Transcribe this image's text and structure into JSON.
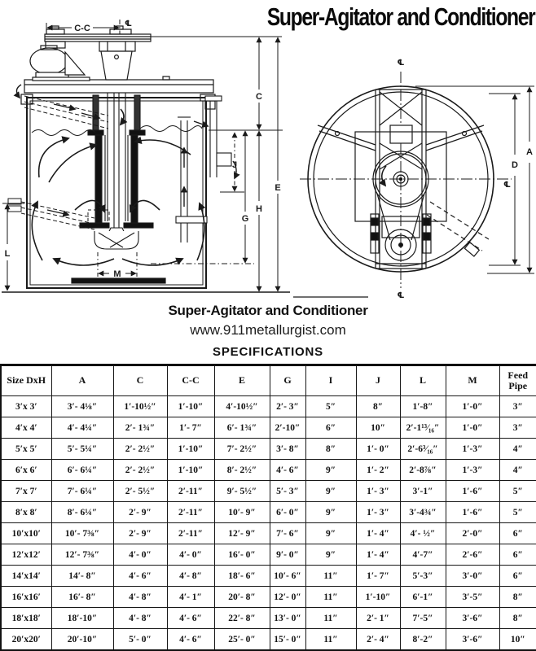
{
  "title": "Super-Agitator and Conditioner",
  "caption": {
    "title": "Super-Agitator and Conditioner",
    "website": "www.911metallurgist.com",
    "specs_heading": "SPECIFICATIONS"
  },
  "colors": {
    "ink": "#1a1a1a",
    "paper": "#ffffff"
  },
  "diagrams": {
    "side_view": {
      "description": "cross-section of agitator tank with drive, flow arrows and dimension lines",
      "labels": {
        "cc": "C-C",
        "cl": "℄",
        "c": "C",
        "e": "E",
        "h": "H",
        "g": "G",
        "j": "J",
        "l": "L",
        "m": "M"
      }
    },
    "top_view": {
      "description": "plan view of circular tank with bridge, pulleys and diameter dimensions",
      "labels": {
        "cl_top": "℄",
        "cl_bottom": "℄",
        "cl_right": "℄",
        "a": "A",
        "d": "D"
      }
    }
  },
  "table": {
    "columns": [
      "Size DxH",
      "A",
      "C",
      "C-C",
      "E",
      "G",
      "I",
      "J",
      "L",
      "M",
      "Feed Pipe"
    ],
    "rows": [
      [
        "3′x 3′",
        "3′- 4⅛″",
        "1′-10½″",
        "1′-10″",
        "4′-10½″",
        "2′- 3″",
        "5″",
        "8″",
        "1′-8″",
        "1′-0″",
        "3″"
      ],
      [
        "4′x 4′",
        "4′- 4¼″",
        "2′- 1¾″",
        "1′- 7″",
        "6′- 1¾″",
        "2′-10″",
        "6″",
        "10″",
        "2′-1¹³⁄₁₆″",
        "1′-0″",
        "3″"
      ],
      [
        "5′x 5′",
        "5′- 5¼″",
        "2′- 2½″",
        "1′-10″",
        "7′- 2½″",
        "3′- 8″",
        "8″",
        "1′- 0″",
        "2′-6³⁄₁₆″",
        "1′-3″",
        "4″"
      ],
      [
        "6′x 6′",
        "6′- 6¼″",
        "2′- 2½″",
        "1′-10″",
        "8′- 2½″",
        "4′- 6″",
        "9″",
        "1′- 2″",
        "2′-8⅞″",
        "1′-3″",
        "4″"
      ],
      [
        "7′x 7′",
        "7′- 6¼″",
        "2′- 5½″",
        "2′-11″",
        "9′- 5½″",
        "5′- 3″",
        "9″",
        "1′- 3″",
        "3′-1″",
        "1′-6″",
        "5″"
      ],
      [
        "8′x 8′",
        "8′- 6¼″",
        "2′- 9″",
        "2′-11″",
        "10′- 9″",
        "6′- 0″",
        "9″",
        "1′- 3″",
        "3′-4¾″",
        "1′-6″",
        "5″"
      ],
      [
        "10′x10′",
        "10′- 7⅜″",
        "2′- 9″",
        "2′-11″",
        "12′- 9″",
        "7′- 6″",
        "9″",
        "1′- 4″",
        "4′- ½″",
        "2′-0″",
        "6″"
      ],
      [
        "12′x12′",
        "12′- 7⅜″",
        "4′- 0″",
        "4′- 0″",
        "16′- 0″",
        "9′- 0″",
        "9″",
        "1′- 4″",
        "4′-7″",
        "2′-6″",
        "6″"
      ],
      [
        "14′x14′",
        "14′- 8″",
        "4′- 6″",
        "4′- 8″",
        "18′- 6″",
        "10′- 6″",
        "11″",
        "1′- 7″",
        "5′-3″",
        "3′-0″",
        "6″"
      ],
      [
        "16′x16′",
        "16′- 8″",
        "4′- 8″",
        "4′- 1″",
        "20′- 8″",
        "12′- 0″",
        "11″",
        "1′-10″",
        "6′-1″",
        "3′-5″",
        "8″"
      ],
      [
        "18′x18′",
        "18′-10″",
        "4′- 8″",
        "4′- 6″",
        "22′- 8″",
        "13′- 0″",
        "11″",
        "2′- 1″",
        "7′-5″",
        "3′-6″",
        "8″"
      ],
      [
        "20′x20′",
        "20′-10″",
        "5′- 0″",
        "4′- 6″",
        "25′- 0″",
        "15′- 0″",
        "11″",
        "2′- 4″",
        "8′-2″",
        "3′-6″",
        "10″"
      ]
    ]
  }
}
